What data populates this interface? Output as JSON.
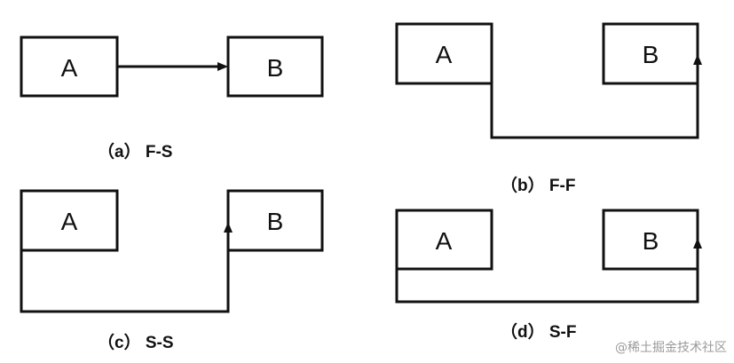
{
  "diagrams": [
    {
      "id": "a",
      "caption": "（a） F-S",
      "box_a": "A",
      "box_b": "B"
    },
    {
      "id": "b",
      "caption": "（b） F-F",
      "box_a": "A",
      "box_b": "B"
    },
    {
      "id": "c",
      "caption": "（c） S-S",
      "box_a": "A",
      "box_b": "B"
    },
    {
      "id": "d",
      "caption": "（d） S-F",
      "box_a": "A",
      "box_b": "B"
    }
  ],
  "watermark": "@稀土掘金技术社区"
}
